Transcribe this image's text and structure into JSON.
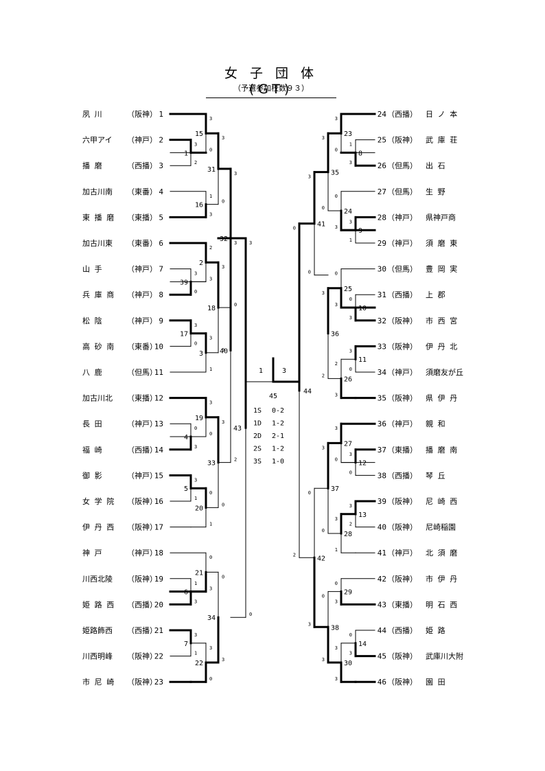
{
  "title": "女 子 団 体(GT)",
  "subtitle": "（予選参加校数９３）",
  "left_teams": [
    {
      "name": "夙 川",
      "region": "（阪神）",
      "seed": "1"
    },
    {
      "name": "六甲アイ",
      "region": "（神戸）",
      "seed": "2"
    },
    {
      "name": "播 磨",
      "region": "（西播）",
      "seed": "3"
    },
    {
      "name": "加古川南",
      "region": "（東番）",
      "seed": "4"
    },
    {
      "name": "東 播 磨",
      "region": "（東播）",
      "seed": "5"
    },
    {
      "name": "加古川東",
      "region": "（東番）",
      "seed": "6"
    },
    {
      "name": "山 手",
      "region": "（神戸）",
      "seed": "7"
    },
    {
      "name": "兵 庫 商",
      "region": "（神戸）",
      "seed": "8"
    },
    {
      "name": "松 陰",
      "region": "（神戸）",
      "seed": "9"
    },
    {
      "name": "高 砂 南",
      "region": "（東番）",
      "seed": "10"
    },
    {
      "name": "八 鹿",
      "region": "（但馬）",
      "seed": "11"
    },
    {
      "name": "加古川北",
      "region": "（東播）",
      "seed": "12"
    },
    {
      "name": "長 田",
      "region": "（神戸）",
      "seed": "13"
    },
    {
      "name": "福 崎",
      "region": "（西播）",
      "seed": "14"
    },
    {
      "name": "御 影",
      "region": "（神戸）",
      "seed": "15"
    },
    {
      "name": "女 学 院",
      "region": "（阪神）",
      "seed": "16"
    },
    {
      "name": "伊 丹 西",
      "region": "（阪神）",
      "seed": "17"
    },
    {
      "name": "神 戸",
      "region": "（神戸）",
      "seed": "18"
    },
    {
      "name": "川西北陵",
      "region": "（阪神）",
      "seed": "19"
    },
    {
      "name": "姫 路 西",
      "region": "（西播）",
      "seed": "20"
    },
    {
      "name": "姫路飾西",
      "region": "（西播）",
      "seed": "21"
    },
    {
      "name": "川西明峰",
      "region": "（阪神）",
      "seed": "22"
    },
    {
      "name": "市 尼 崎",
      "region": "（阪神）",
      "seed": "23"
    }
  ],
  "right_teams": [
    {
      "seed": "24",
      "region": "（西播）",
      "name": "日 ノ 本"
    },
    {
      "seed": "25",
      "region": "（阪神）",
      "name": "武 庫 荘"
    },
    {
      "seed": "26",
      "region": "（但馬）",
      "name": "出 石"
    },
    {
      "seed": "27",
      "region": "（但馬）",
      "name": "生 野"
    },
    {
      "seed": "28",
      "region": "（神戸）",
      "name": "県神戸商"
    },
    {
      "seed": "29",
      "region": "（神戸）",
      "name": "須 磨 東"
    },
    {
      "seed": "30",
      "region": "（但馬）",
      "name": "豊 岡 実"
    },
    {
      "seed": "31",
      "region": "（西播）",
      "name": "上 郡"
    },
    {
      "seed": "32",
      "region": "（阪神）",
      "name": "市 西 宮"
    },
    {
      "seed": "33",
      "region": "（阪神）",
      "name": "伊 丹 北"
    },
    {
      "seed": "34",
      "region": "（神戸）",
      "name": "須磨友が丘"
    },
    {
      "seed": "35",
      "region": "（阪神）",
      "name": "県 伊 丹"
    },
    {
      "seed": "36",
      "region": "（神戸）",
      "name": "親 和"
    },
    {
      "seed": "37",
      "region": "（東播）",
      "name": "播 磨 南"
    },
    {
      "seed": "38",
      "region": "（西播）",
      "name": "琴 丘"
    },
    {
      "seed": "39",
      "region": "（阪神）",
      "name": "尼 崎 西"
    },
    {
      "seed": "40",
      "region": "（阪神）",
      "name": "尼崎稲園"
    },
    {
      "seed": "41",
      "region": "（神戸）",
      "name": "北 須 磨"
    },
    {
      "seed": "42",
      "region": "（阪神）",
      "name": "市 伊 丹"
    },
    {
      "seed": "43",
      "region": "（東播）",
      "name": "明 石 西"
    },
    {
      "seed": "44",
      "region": "（西播）",
      "name": "姫 路"
    },
    {
      "seed": "45",
      "region": "（阪神）",
      "name": "武庫川大附"
    },
    {
      "seed": "46",
      "region": "（阪神）",
      "name": "園 田"
    }
  ],
  "final": {
    "match_no": "45",
    "score_left": "1",
    "score_right": "3",
    "details": [
      {
        "label": "1S",
        "score": "0-2"
      },
      {
        "label": "1D",
        "score": "1-2"
      },
      {
        "label": "2D",
        "score": "2-1"
      },
      {
        "label": "2S",
        "score": "1-2"
      },
      {
        "label": "3S",
        "score": "1-0"
      }
    ]
  },
  "left_matches": [
    {
      "id": "1",
      "scores": [
        "3",
        "2"
      ]
    },
    {
      "id": "15",
      "scores": [
        "3",
        "0"
      ]
    },
    {
      "id": "16",
      "scores": [
        "1",
        "3"
      ]
    },
    {
      "id": "31",
      "scores": [
        "3",
        "0"
      ]
    },
    {
      "id": "39",
      "scores": [
        "3",
        "0"
      ]
    },
    {
      "id": "2",
      "scores": [
        "2",
        "3"
      ]
    },
    {
      "id": "17",
      "scores": [
        "3",
        "0"
      ]
    },
    {
      "id": "3",
      "scores": [
        "3",
        "1"
      ]
    },
    {
      "id": "18",
      "scores": [
        "3",
        "0"
      ]
    },
    {
      "id": "32",
      "scores": [
        "3",
        "0"
      ]
    },
    {
      "id": "4",
      "scores": [
        "0",
        "3"
      ]
    },
    {
      "id": "19",
      "scores": [
        "3",
        "0"
      ]
    },
    {
      "id": "5",
      "scores": [
        "3",
        "1"
      ]
    },
    {
      "id": "20",
      "scores": [
        "0",
        "1"
      ]
    },
    {
      "id": "33",
      "scores": [
        "3",
        "0"
      ]
    },
    {
      "id": "40",
      "scores": [
        "3",
        "2"
      ]
    },
    {
      "id": "6",
      "scores": [
        "1",
        "3"
      ]
    },
    {
      "id": "21",
      "scores": [
        "0",
        "3"
      ]
    },
    {
      "id": "7",
      "scores": [
        "3",
        "1"
      ]
    },
    {
      "id": "22",
      "scores": [
        "3",
        "0"
      ]
    },
    {
      "id": "34",
      "scores": [
        "0",
        "3"
      ]
    },
    {
      "id": "43",
      "scores": [
        "3",
        "0"
      ]
    }
  ],
  "right_matches": [
    {
      "id": "8",
      "scores": [
        "1",
        "3"
      ]
    },
    {
      "id": "23",
      "scores": [
        "3",
        "0"
      ]
    },
    {
      "id": "9",
      "scores": [
        "3",
        "1"
      ]
    },
    {
      "id": "24",
      "scores": [
        "0",
        "3"
      ]
    },
    {
      "id": "35",
      "scores": [
        "3",
        "0"
      ]
    },
    {
      "id": "41",
      "scores": [
        "3",
        "0"
      ]
    },
    {
      "id": "10",
      "scores": [
        "0",
        "3"
      ]
    },
    {
      "id": "25",
      "scores": [
        "0",
        "3"
      ]
    },
    {
      "id": "11",
      "scores": [
        "3",
        "0"
      ]
    },
    {
      "id": "26",
      "scores": [
        "2",
        "3"
      ]
    },
    {
      "id": "36",
      "scores": [
        "3",
        "2"
      ]
    },
    {
      "id": "12",
      "scores": [
        "3",
        "0"
      ]
    },
    {
      "id": "27",
      "scores": [
        "3",
        "0"
      ]
    },
    {
      "id": "13",
      "scores": [
        "3",
        "2"
      ]
    },
    {
      "id": "28",
      "scores": [
        "3",
        "1"
      ]
    },
    {
      "id": "37",
      "scores": [
        "3",
        "0"
      ]
    },
    {
      "id": "29",
      "scores": [
        "0",
        "3"
      ]
    },
    {
      "id": "14",
      "scores": [
        "0",
        "3"
      ]
    },
    {
      "id": "30",
      "scores": [
        "3",
        "3"
      ]
    },
    {
      "id": "38",
      "scores": [
        "0",
        "3"
      ]
    },
    {
      "id": "42",
      "scores": [
        "0",
        "3"
      ]
    },
    {
      "id": "44",
      "scores": [
        "0",
        "2"
      ]
    }
  ]
}
